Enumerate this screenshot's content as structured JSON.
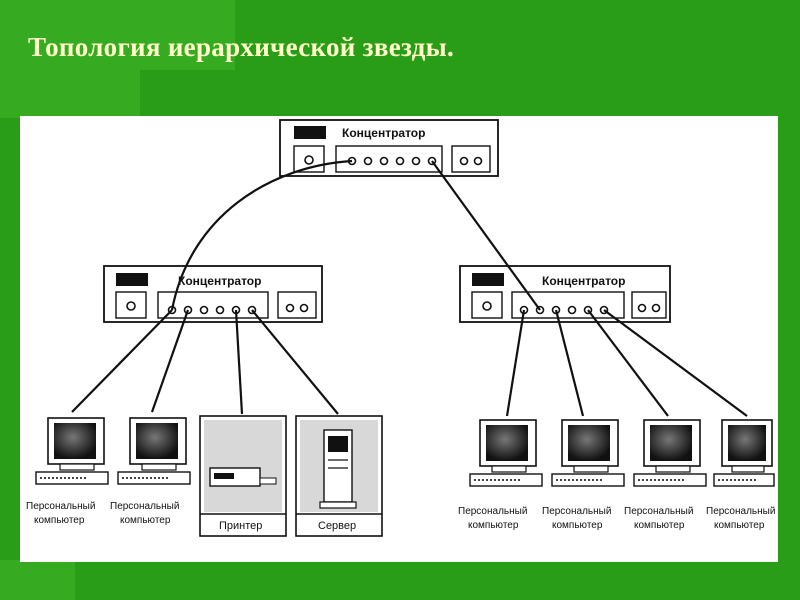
{
  "slide": {
    "title": "Топология иерархической звезды."
  },
  "diagram": {
    "hubs": {
      "top": "Концентратор",
      "left": "Концентратор",
      "right": "Концентратор"
    },
    "left_group": {
      "pc1": [
        "Персональный",
        "компьютер"
      ],
      "pc2": [
        "Персональный",
        "компьютер"
      ],
      "printer": "Принтер",
      "server": "Сервер"
    },
    "right_group": {
      "pc1": [
        "Персональный",
        "компьютер"
      ],
      "pc2": [
        "Персональный",
        "компьютер"
      ],
      "pc3": [
        "Персональный",
        "компьютер"
      ],
      "pc4": [
        "Персональный",
        "компьютер"
      ]
    }
  }
}
